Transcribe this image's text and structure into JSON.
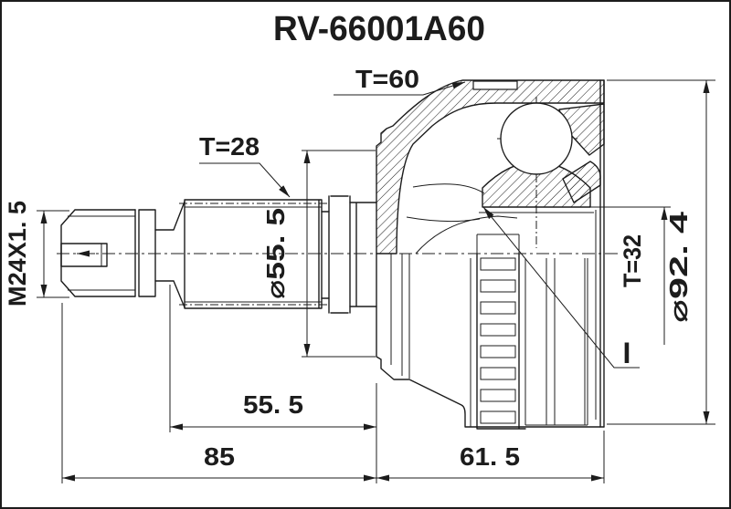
{
  "part_number": "RV-66001A60",
  "callouts": {
    "housing_teeth": "T=60",
    "shaft_spline_teeth": "T=28",
    "inner_spline_teeth": "T=32",
    "thread_spec": "M24X1. 5",
    "boot_land_diameter": "⌀55. 5",
    "outer_diameter": "⌀92. 4",
    "leader_mark": "I"
  },
  "dimensions": {
    "spline_section_length": "55. 5",
    "shaft_length": "85",
    "housing_length": "61. 5"
  },
  "colors": {
    "line": "#1c1c1c",
    "background": "#ffffff"
  }
}
